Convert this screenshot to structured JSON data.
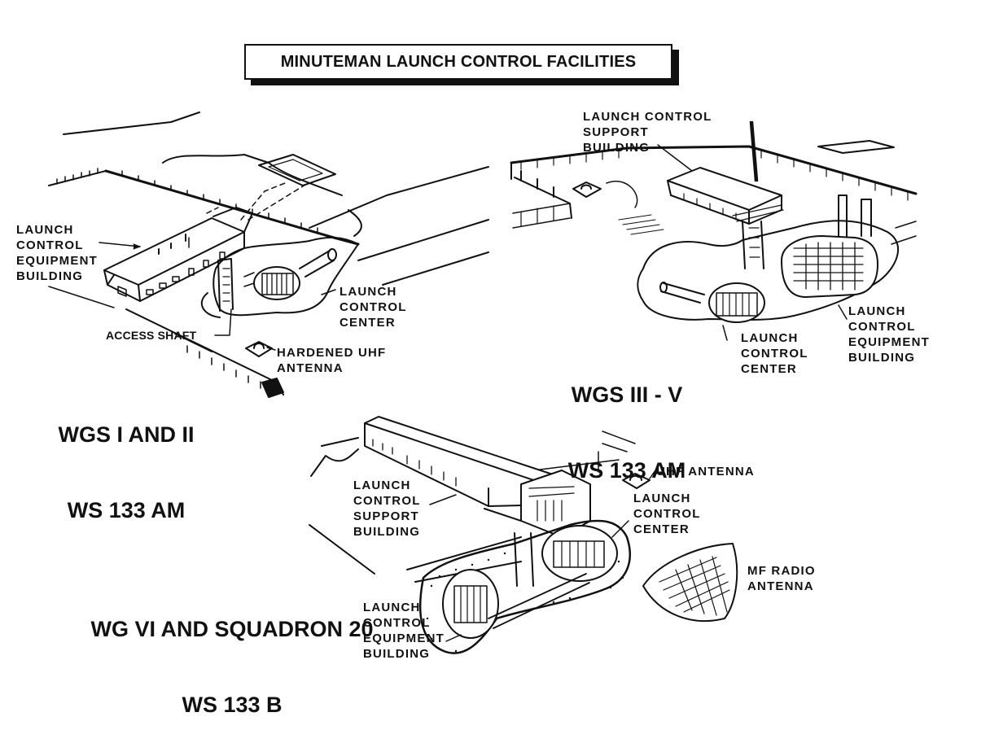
{
  "title": "MINUTEMAN LAUNCH CONTROL FACILITIES",
  "diagram_1": {
    "heading": [
      "WGS I AND II",
      "WS 133 AM"
    ],
    "labels": {
      "equipment_building": "LAUNCH\nCONTROL\nEQUIPMENT\nBUILDING",
      "control_center": "LAUNCH\nCONTROL\nCENTER",
      "access_shaft": "ACCESS SHAFT",
      "uhf_antenna": "HARDENED UHF\nANTENNA"
    }
  },
  "diagram_2": {
    "heading": [
      "WGS III - V",
      "WS 133 AM"
    ],
    "labels": {
      "support_building": "LAUNCH CONTROL\nSUPPORT\nBUILDING",
      "control_center": "LAUNCH\nCONTROL\nCENTER",
      "equipment_building": "LAUNCH\nCONTROL\nEQUIPMENT\nBUILDING"
    }
  },
  "diagram_3": {
    "heading": [
      "WG VI AND SQUADRON 20",
      "WS 133 B"
    ],
    "labels": {
      "uhf_antenna": "UHF ANTENNA",
      "support_building": "LAUNCH\nCONTROL\nSUPPORT\nBUILDING",
      "control_center": "LAUNCH\nCONTROL\nCENTER",
      "mf_radio_antenna": "MF RADIO\nANTENNA",
      "equipment_building": "LAUNCH\nCONTROL\nEQUIPMENT\nBUILDING"
    }
  }
}
